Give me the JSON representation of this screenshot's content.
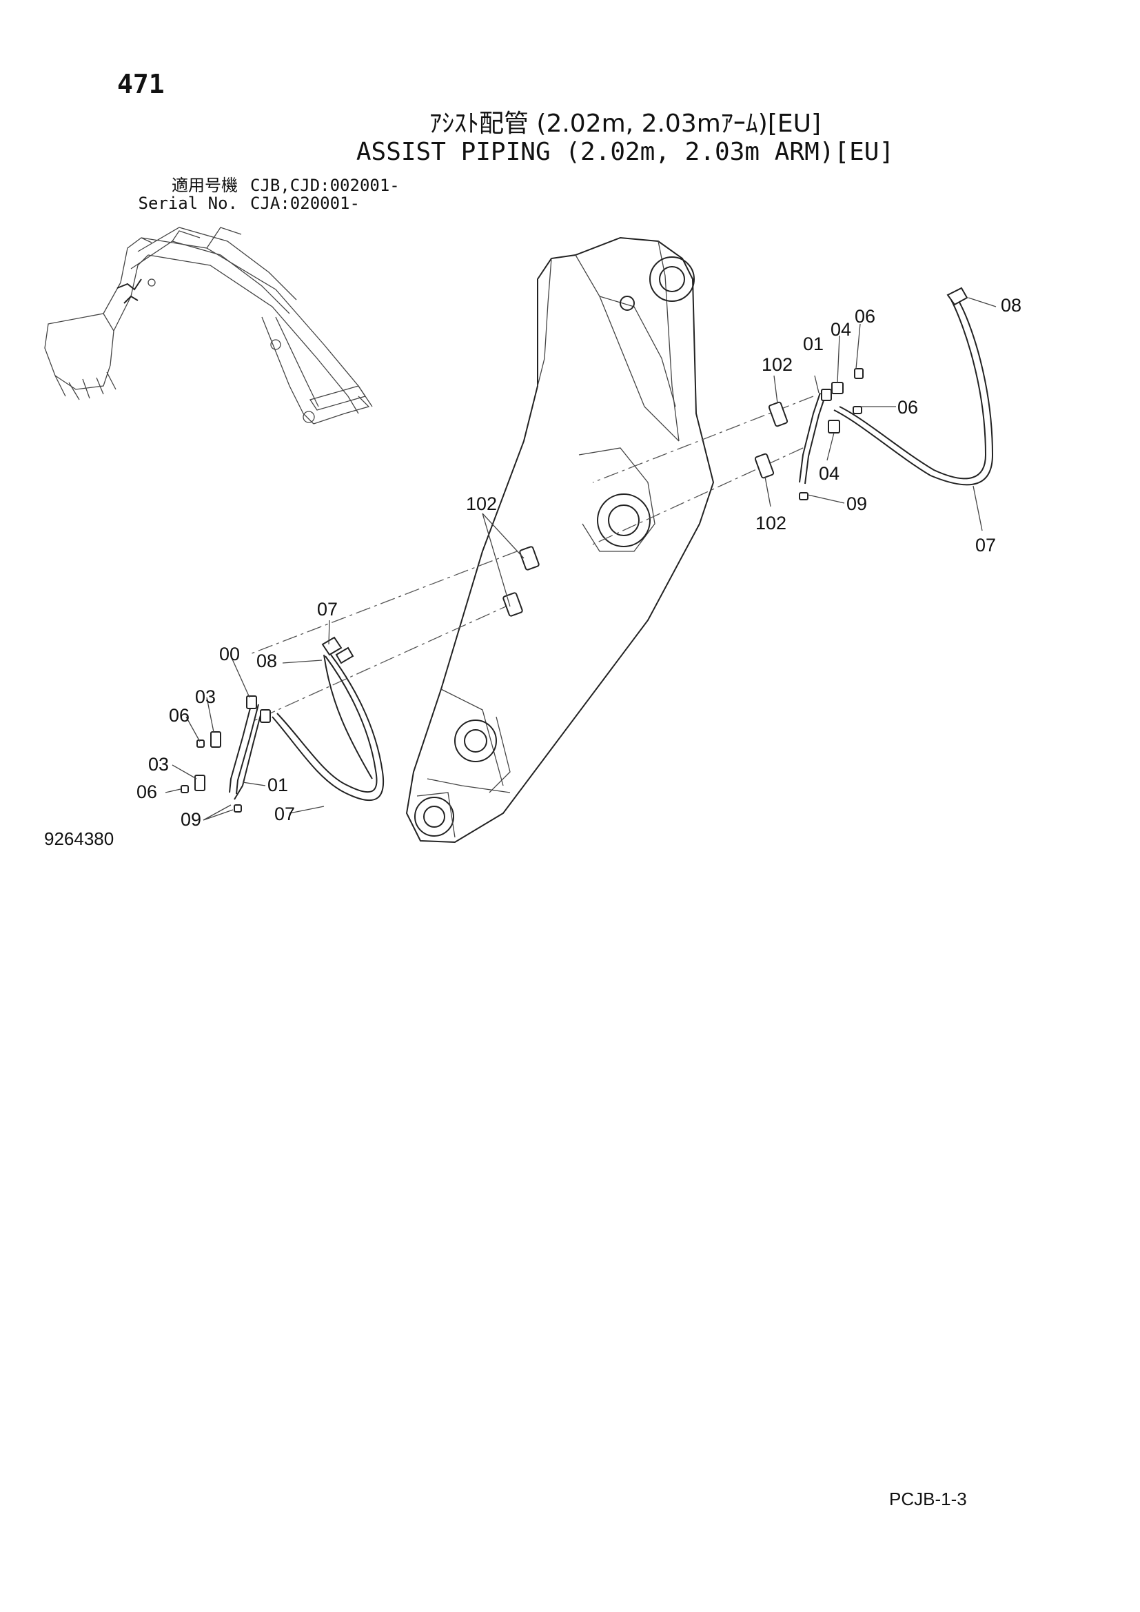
{
  "page_number": "471",
  "title_jp": "ｱｼｽﾄ配管 (2.02m, 2.03mｱｰﾑ)[EU]",
  "title_en": "ASSIST PIPING (2.02m, 2.03m ARM)[EU]",
  "serial": {
    "row1_label": "適用号機",
    "row1_value": "CJB,CJD:002001-",
    "row2_label": "Serial No.",
    "row2_value": "CJA:020001-"
  },
  "callouts": {
    "c102_a": "102",
    "c01_a": "01",
    "c04_a": "04",
    "c06_a": "06",
    "c08_a": "08",
    "c06_b": "06",
    "c04_b": "04",
    "c09_a": "09",
    "c102_b": "102",
    "c07_a": "07",
    "c102_c": "102",
    "c07_b": "07",
    "c00": "00",
    "c08_b": "08",
    "c03_a": "03",
    "c06_c": "06",
    "c03_b": "03",
    "c06_d": "06",
    "c01_b": "01",
    "c09_b": "09",
    "c07_c": "07"
  },
  "drawing_number": "9264380",
  "page_code": "PCJB-1-3"
}
